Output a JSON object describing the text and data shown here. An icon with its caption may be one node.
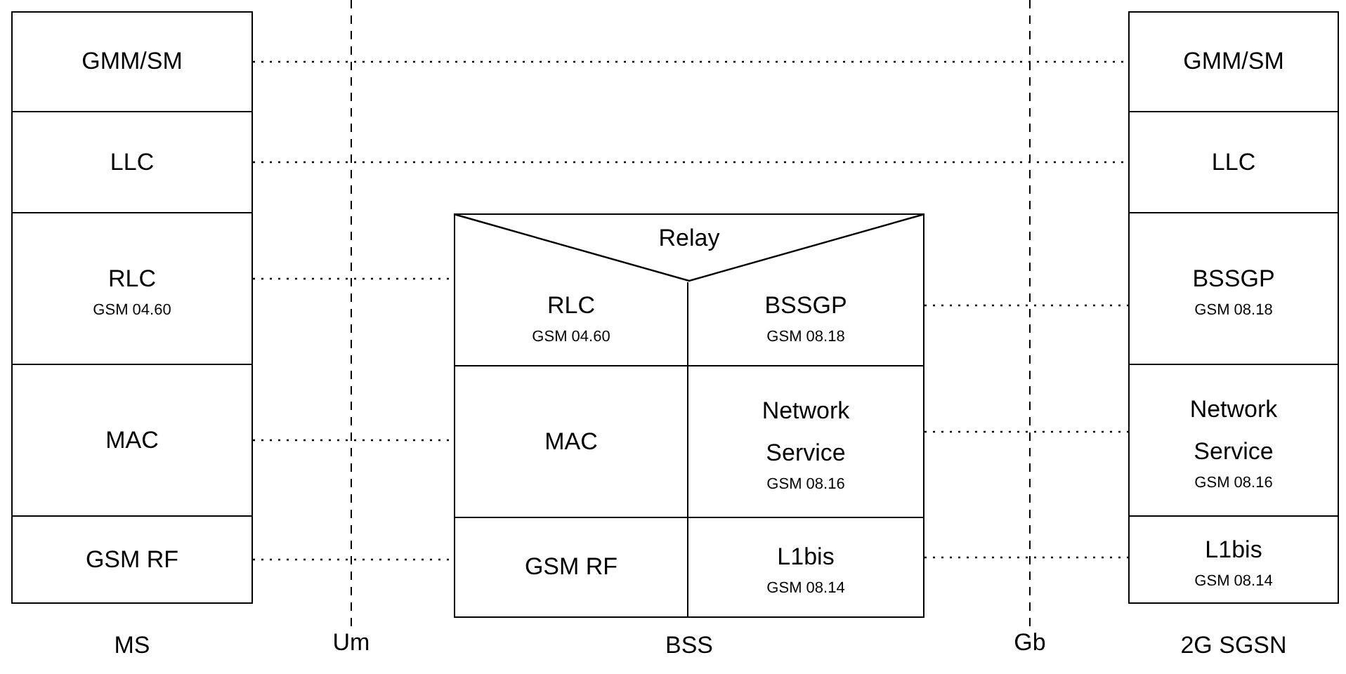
{
  "diagram": {
    "nodes": [
      {
        "text": [
          "MS"
        ]
      },
      {
        "text": [
          "GMM/SM"
        ],
        "in": 0
      },
      {
        "text": [
          "LLC"
        ],
        "in": 0
      },
      {
        "text": [
          "RLC",
          "GSM 04.60"
        ],
        "in": 0
      },
      {
        "text": [
          "MAC"
        ],
        "in": 0
      },
      {
        "text": [
          "GSM RF"
        ],
        "in": 0
      },
      {
        "text": [
          "BSS"
        ]
      },
      {
        "text": [
          "Relay"
        ],
        "in": 6
      },
      {
        "text": [
          "RLC",
          "GSM 04.60"
        ],
        "in": 6
      },
      {
        "text": [
          "BSSGP",
          "GSM 08.18"
        ],
        "in": 6
      },
      {
        "text": [
          "MAC"
        ],
        "in": 6
      },
      {
        "text": [
          "Network Service",
          "GSM 08.16"
        ],
        "in": 6
      },
      {
        "text": [
          "GSM RF"
        ],
        "in": 6
      },
      {
        "text": [
          "L1bis",
          "GSM 08.14"
        ],
        "in": 6
      },
      {
        "text": [
          "2G SGSN"
        ]
      },
      {
        "text": [
          "GMM/SM"
        ],
        "in": 14
      },
      {
        "text": [
          "LLC"
        ],
        "in": 14
      },
      {
        "text": [
          "BSSGP",
          "GSM 08.18"
        ],
        "in": 14
      },
      {
        "text": [
          "Network Service",
          "GSM 08.16"
        ],
        "in": 14
      },
      {
        "text": [
          "L1bis",
          "GSM 08.14"
        ],
        "in": 14
      }
    ],
    "edges": [
      {
        "from": 1,
        "to": 15,
        "arrow": "none"
      },
      {
        "from": 2,
        "to": 16,
        "arrow": "none"
      },
      {
        "from": 3,
        "to": 8,
        "arrow": "none"
      },
      {
        "from": 9,
        "to": 17,
        "arrow": "none"
      },
      {
        "from": 4,
        "to": 10,
        "arrow": "none"
      },
      {
        "from": 11,
        "to": 18,
        "arrow": "none"
      },
      {
        "from": 5,
        "to": 12,
        "arrow": "none"
      },
      {
        "from": 13,
        "to": 19,
        "arrow": "none"
      }
    ],
    "labels": [
      "Um",
      "Gb"
    ]
  }
}
